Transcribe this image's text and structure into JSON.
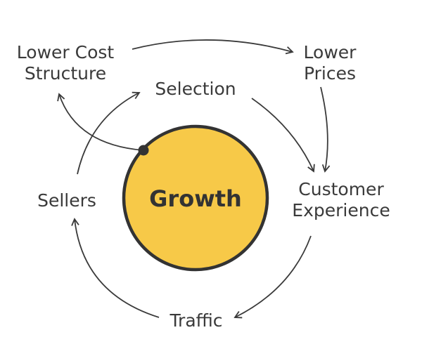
{
  "diagram": {
    "center_label": "Growth",
    "nodes": {
      "lower_cost_structure": [
        "Lower Cost",
        "Structure"
      ],
      "lower_prices": [
        "Lower",
        "Prices"
      ],
      "selection": "Selection",
      "customer_experience": [
        "Customer",
        "Experience"
      ],
      "traffic": "Traffic",
      "sellers": "Sellers"
    },
    "colors": {
      "circle_fill": "#f7c948",
      "outline": "#333333",
      "text": "#3a3a3a",
      "background": "#ffffff"
    }
  }
}
